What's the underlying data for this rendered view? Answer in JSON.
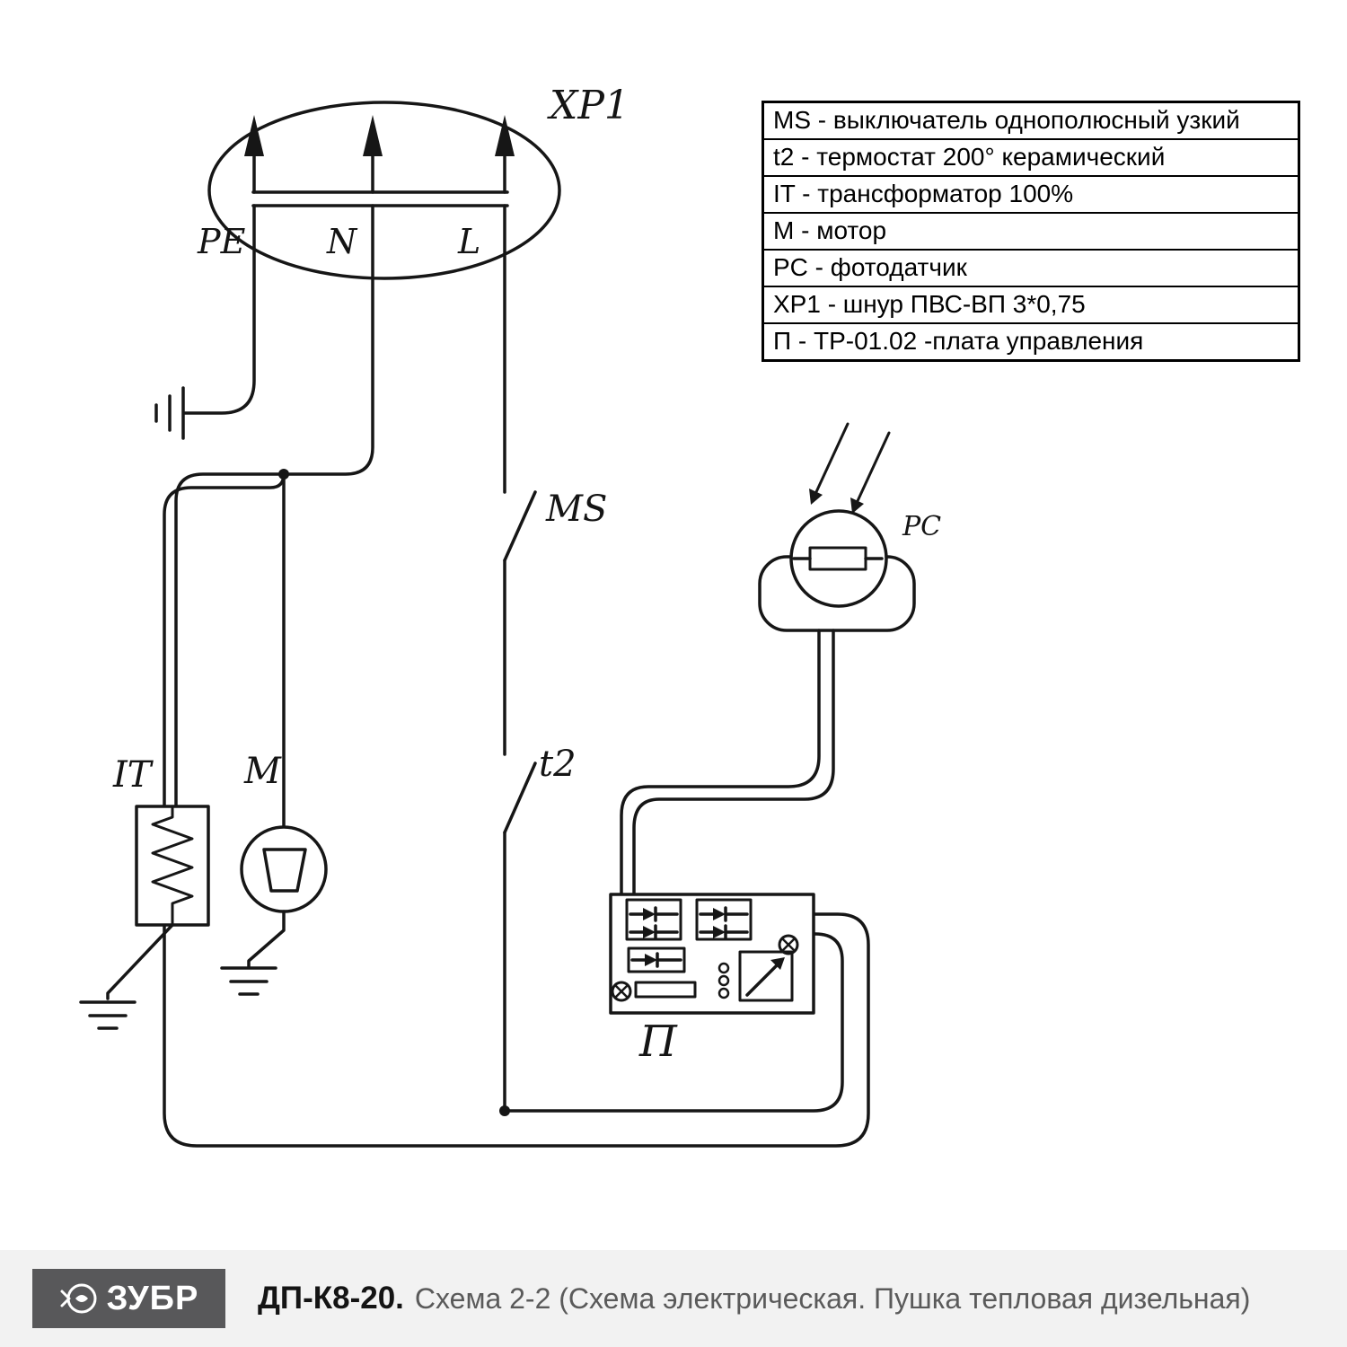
{
  "diagram": {
    "labels": {
      "plug": "XP1",
      "pe": "PE",
      "n": "N",
      "l": "L",
      "switch": "MS",
      "thermostat": "t2",
      "transformer": "IT",
      "motor": "M",
      "photo": "PC",
      "board": "П"
    },
    "legend": {
      "rows": [
        "MS - выключатель однополюсный узкий",
        "t2 - термостат 200° керамический",
        "IT - трансформатор 100%",
        "М - мотор",
        "PC - фотодатчик",
        "XP1 - шнур ПВС-ВП 3*0,75",
        "П  -  ТР-01.02 -плата управления"
      ]
    }
  },
  "footer": {
    "logo": "ЗУБР",
    "model": "ДП-К8-20.",
    "subtitle": "Схема 2-2 (Схема электрическая. Пушка тепловая дизельная)"
  },
  "colors": {
    "line": "#161616",
    "footer_bg": "#f2f2f2",
    "logo_bg": "#58585a"
  }
}
